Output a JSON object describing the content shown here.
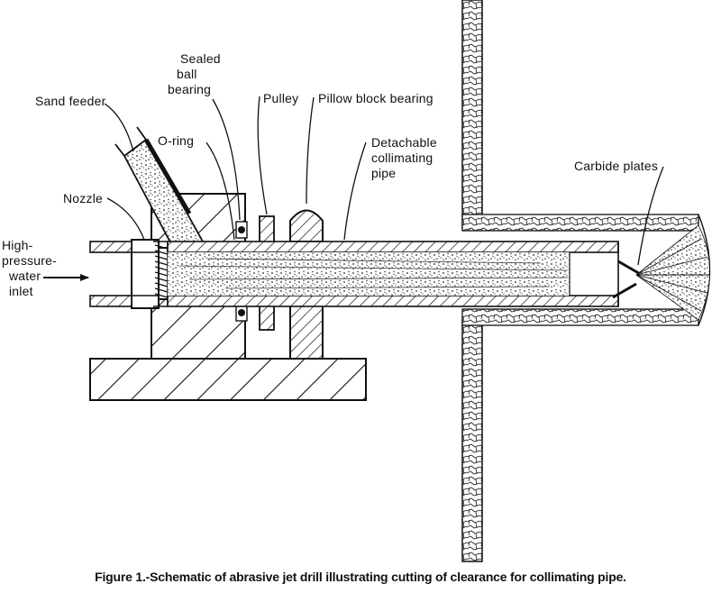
{
  "labels": {
    "sand_feeder": "Sand feeder",
    "sealed_ball_bearing": [
      "Sealed",
      "ball",
      "bearing"
    ],
    "pulley": "Pulley",
    "pillow_block_bearing": "Pillow block bearing",
    "o_ring": "O-ring",
    "detachable_collimating_pipe": [
      "Detachable",
      "collimating",
      "pipe"
    ],
    "nozzle": "Nozzle",
    "high_pressure_water_inlet": [
      "High-",
      "pressure-",
      "water",
      "inlet"
    ],
    "carbide_plates": "Carbide plates"
  },
  "caption": "Figure 1.-Schematic of abrasive jet drill illustrating cutting of clearance for collimating pipe."
}
